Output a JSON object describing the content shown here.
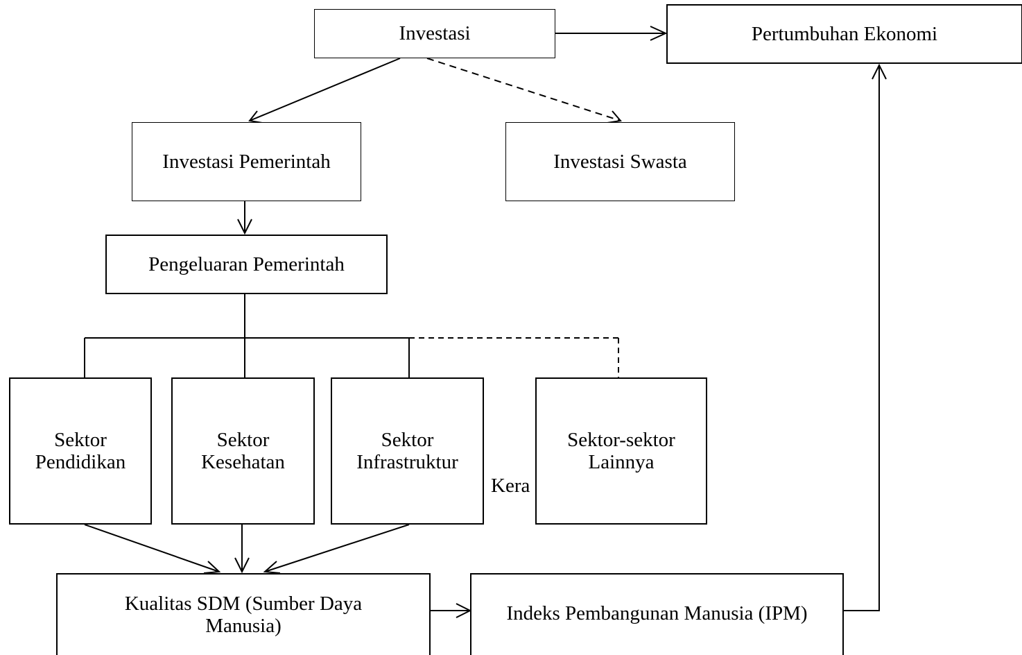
{
  "nodes": {
    "investasi": "Investasi",
    "pertumbuhan_ekonomi": "Pertumbuhan Ekonomi",
    "investasi_pemerintah": "Investasi Pemerintah",
    "investasi_swasta": "Investasi Swasta",
    "pengeluaran_pemerintah": "Pengeluaran Pemerintah",
    "sektor_pendidikan": [
      "Sektor",
      "Pendidikan"
    ],
    "sektor_kesehatan": [
      "Sektor",
      "Kesehatan"
    ],
    "sektor_infrastruktur": [
      "Sektor",
      "Infrastruktur"
    ],
    "sektor_lainnya": [
      "Sektor-sektor",
      "Lainnya"
    ],
    "kualitas_sdm": [
      "Kualitas SDM (Sumber Daya",
      "Manusia)"
    ],
    "ipm": "Indeks Pembangunan Manusia (IPM)"
  },
  "stray_text": "Kera",
  "colors": {
    "line": "#000000",
    "background": "#ffffff"
  }
}
